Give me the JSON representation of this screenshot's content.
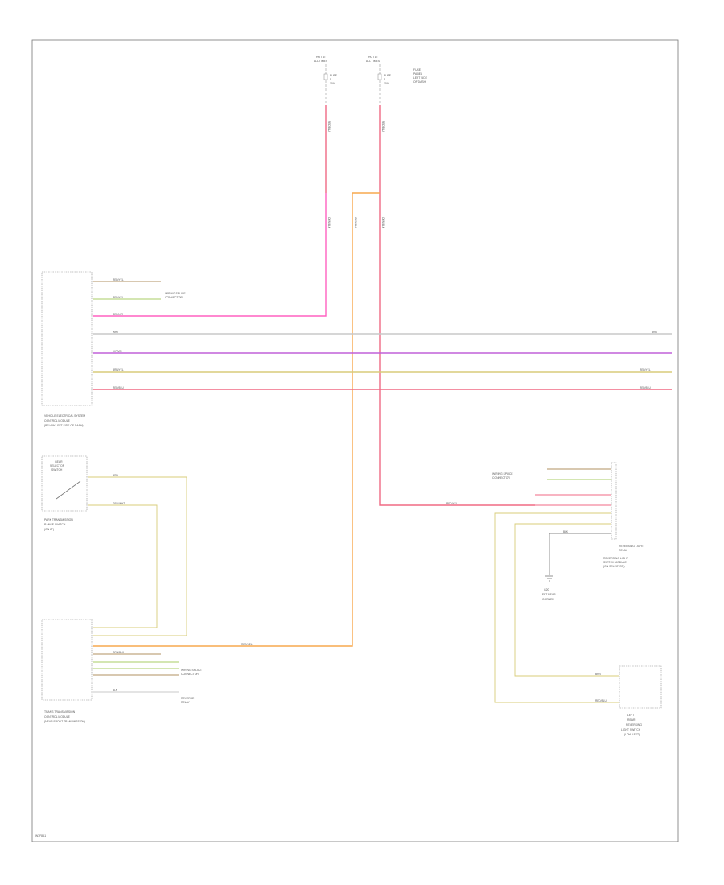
{
  "colors": {
    "red": "#f06a84",
    "pink": "#ff60c0",
    "orange": "#f7a84e",
    "violet": "#c060d8",
    "yellow": "#d8cc7a",
    "green": "#a8cc66",
    "white": "#c8c8c8",
    "brown": "#b09060",
    "frame": "#777777"
  },
  "labels": {
    "hot1": [
      "HOT AT",
      "ALL TIMES"
    ],
    "hot2": [
      "HOT AT",
      "ALL TIMES"
    ],
    "fuse1": [
      "FUSE",
      "5",
      "10A"
    ],
    "fuse2": [
      "FUSE",
      "5",
      "10A"
    ],
    "fuse2_note": [
      "FUSE",
      "PANEL",
      "LEFT SIDE",
      "OF DASH"
    ],
    "vems": [
      "VEHICLE ELECTRICAL SYSTEM",
      "CONTROL MODULE",
      "(BELOW LEFT SIDE OF DASH)"
    ],
    "sidebox": [
      "GEAR",
      "SELECTOR",
      "SWITCH"
    ],
    "sw1": [
      "PARK TRANSMISSION",
      "RANGE SWITCH",
      "(ON LT)"
    ],
    "tcm": [
      "TRANS TRANSMISSION",
      "CONTROL MODULE",
      "(NEAR FRONT TRANSMISSION)"
    ],
    "ref1": [
      "WIRING SPLICE",
      "CONNECTOR"
    ],
    "ref2": [
      "WIRING SPLICE",
      "CONNECTOR"
    ],
    "ref3": [
      "WIRING SPLICE",
      "CONNECTOR"
    ],
    "ref4": [
      "REVERSE",
      "RELAY"
    ],
    "ref5": [
      "REVERSING LIGHT",
      "RELAY"
    ],
    "rev_module": [
      "REVERSING LIGHT",
      "SWITCH MODULE",
      "(ON SELECTOR)"
    ],
    "ground": [
      "G20",
      "LEFT REAR",
      "CORNER"
    ],
    "sw2": [
      "LEFT",
      "REAR",
      "REVERSING",
      "LIGHT SWITCH",
      "(LOW LEFT)"
    ],
    "footer": "W3F8A1"
  },
  "wires": {
    "w1": "RED/BLU",
    "w2": "RED/BLU",
    "w3": "ORN/BLK",
    "w4": "ORN/BLK",
    "w5": "ORN/BLK",
    "w6": "RED/VIO",
    "w7": "RED/YEL",
    "w8": "WHT",
    "w9": "VIO/YEL",
    "w10": "BRN/YEL",
    "w11": "RED/BLU",
    "w12": "RED/YEL",
    "w13": "BRN",
    "w14": "RED/YEL",
    "w15": "RED/BLU",
    "w16": "BRN",
    "w17": "GRN/WHT",
    "w18": "GRN/BLK",
    "w19": "BLK",
    "w20": "BLK",
    "w21": "RED/YEL",
    "w22": "BRN",
    "w23": "RED/BLU",
    "w24": "RED/YEL"
  }
}
